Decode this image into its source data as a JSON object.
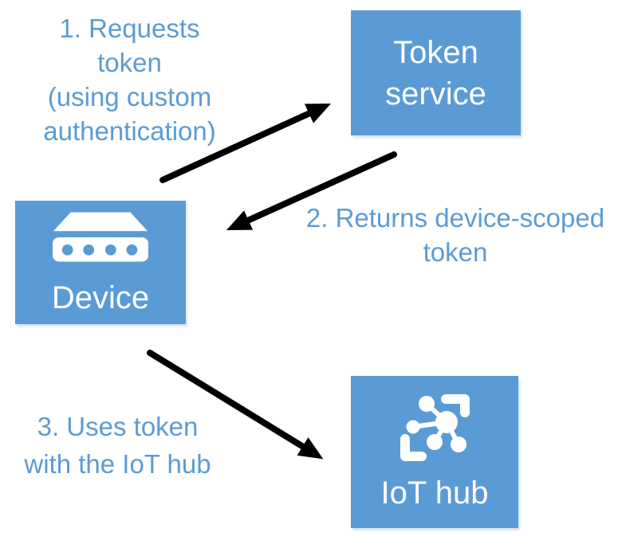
{
  "diagram": {
    "background_color": "#FFFFFF",
    "colors": {
      "node_fill": "#5B9BD5",
      "node_text": "#FFFFFF",
      "annotation_text": "#5B9BD5",
      "arrow": "#000000"
    },
    "nodes": {
      "token_service": {
        "label": "Token service"
      },
      "device": {
        "label": "Device",
        "icon": "device-icon"
      },
      "iot_hub": {
        "label": "IoT hub",
        "icon": "iot-hub-icon"
      }
    },
    "annotations": {
      "step1": {
        "text": "1. Requests\ntoken\n(using custom\nauthentication)"
      },
      "step2": {
        "text": "2. Returns device-scoped\ntoken"
      },
      "step3": {
        "text": "3. Uses token\nwith the IoT hub"
      }
    },
    "arrows": [
      {
        "name": "arrow-1",
        "from": "device",
        "to": "token_service",
        "label_ref": "step1"
      },
      {
        "name": "arrow-2",
        "from": "token_service",
        "to": "device",
        "label_ref": "step2"
      },
      {
        "name": "arrow-3",
        "from": "device",
        "to": "iot_hub",
        "label_ref": "step3"
      }
    ]
  }
}
